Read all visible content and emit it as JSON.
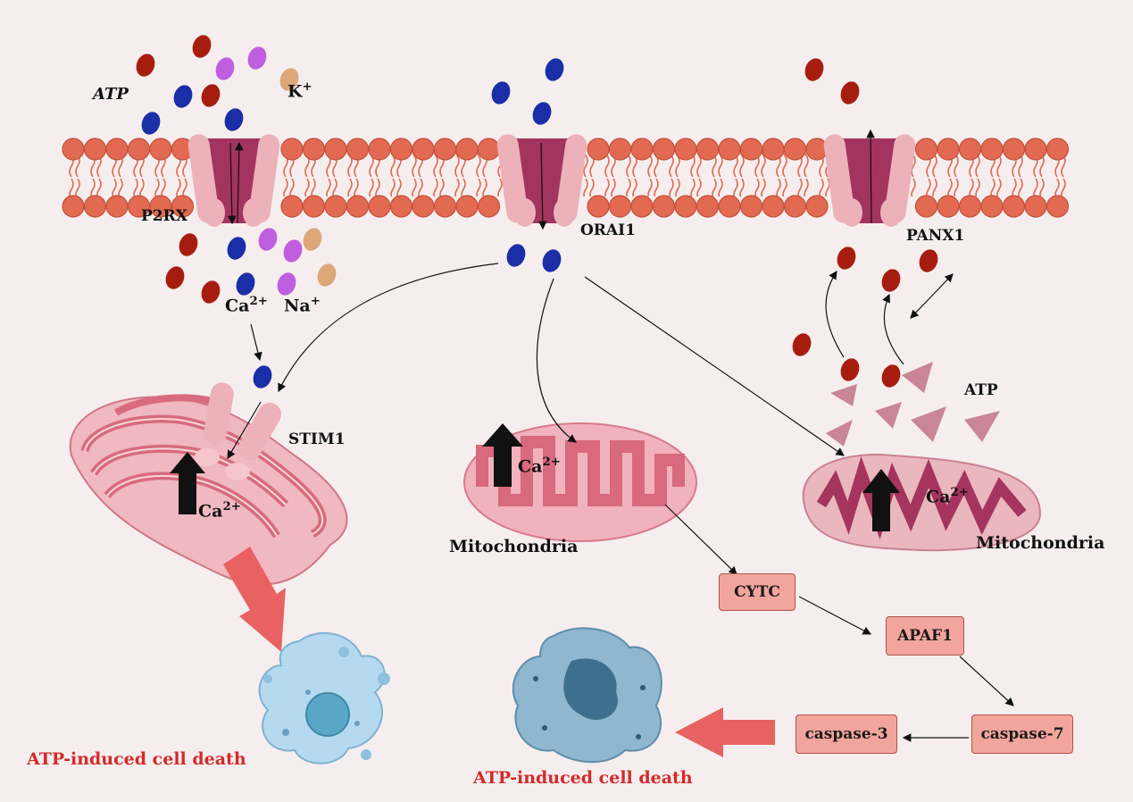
{
  "labels": {
    "atp_top": "ATP",
    "k_ion": "K",
    "k_charge": "+",
    "p2rx": "P2RX",
    "orai1": "ORAI1",
    "panx1": "PANX1",
    "ca_p2rx": "Ca",
    "ca_p2rx_charge": "2+",
    "na_ion": "Na",
    "na_charge": "+",
    "stim1": "STIM1",
    "ca_er": "Ca",
    "ca_er_charge": "2+",
    "ca_mito1": "Ca",
    "ca_mito1_charge": "2+",
    "mito1": "Mitochondria",
    "atp_mito2": "ATP",
    "ca_mito2": "Ca",
    "ca_mito2_charge": "2+",
    "mito2": "Mitochondria",
    "death_left": "ATP-induced cell death",
    "death_center": "ATP-induced cell death"
  },
  "pathway": {
    "cytc": "CYTC",
    "apaf1": "APAF1",
    "caspase7": "caspase-7",
    "caspase3": "caspase-3"
  },
  "colors": {
    "background": "#f6eeee",
    "atp_molecule": "#a61d10",
    "calcium_ion": "#1a2ea8",
    "sodium_ion": "#c05ee0",
    "potassium_ion": "#dca878",
    "membrane_head": "#e36a52",
    "channel": "#a3345f",
    "pathway_box": "#f2a59c",
    "death_text": "#d42a2a"
  }
}
